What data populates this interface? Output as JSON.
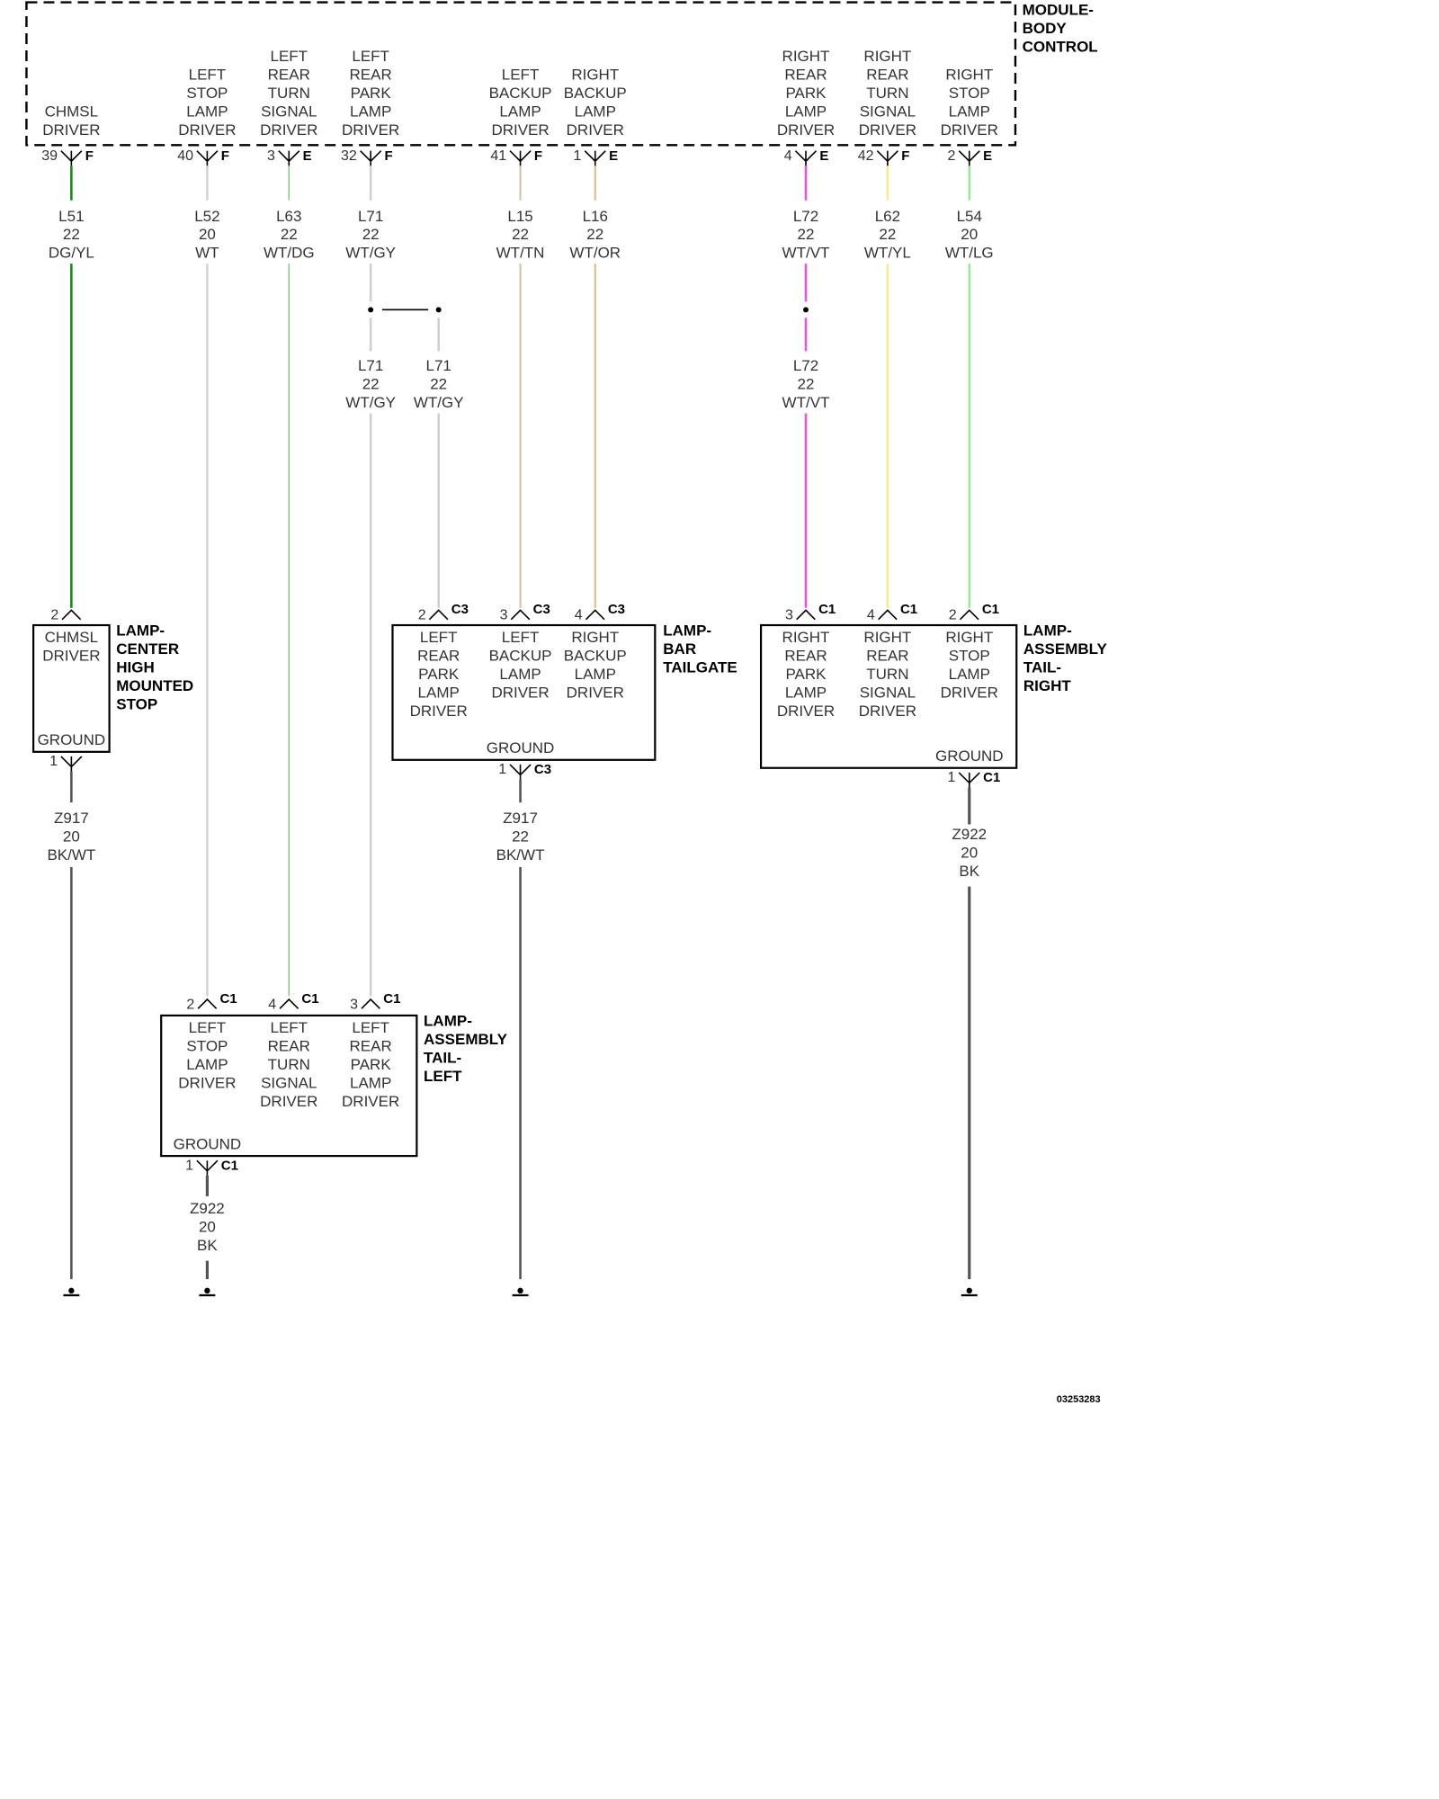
{
  "colors": {
    "DG/YL": "#1a8a1a",
    "WT": "#d4d4d4",
    "WT/DG": "#8dc98d",
    "WT/GY": "#cfcfcf",
    "WT/TN": "#d6c3a8",
    "WT/OR": "#e0c08f",
    "WT/VT": "#e05ae0",
    "WT/YL": "#f2ee8f",
    "WT/LG": "#8ee88e",
    "BK/WT": "#555555",
    "BK": "#555555"
  },
  "module": {
    "name_lines": [
      "MODULE-",
      "BODY",
      "CONTROL"
    ],
    "outputs": [
      {
        "lines": [
          "CHMSL",
          "DRIVER"
        ],
        "pin": "39",
        "conn": "F"
      },
      {
        "lines": [
          "LEFT",
          "STOP",
          "LAMP",
          "DRIVER"
        ],
        "pin": "40",
        "conn": "F"
      },
      {
        "lines": [
          "LEFT",
          "REAR",
          "TURN",
          "SIGNAL",
          "DRIVER"
        ],
        "pin": "3",
        "conn": "E"
      },
      {
        "lines": [
          "LEFT",
          "REAR",
          "PARK",
          "LAMP",
          "DRIVER"
        ],
        "pin": "32",
        "conn": "F"
      },
      {
        "lines": [
          "LEFT",
          "BACKUP",
          "LAMP",
          "DRIVER"
        ],
        "pin": "41",
        "conn": "F"
      },
      {
        "lines": [
          "RIGHT",
          "BACKUP",
          "LAMP",
          "DRIVER"
        ],
        "pin": "1",
        "conn": "E"
      },
      {
        "lines": [
          "RIGHT",
          "REAR",
          "PARK",
          "LAMP",
          "DRIVER"
        ],
        "pin": "4",
        "conn": "E"
      },
      {
        "lines": [
          "RIGHT",
          "REAR",
          "TURN",
          "SIGNAL",
          "DRIVER"
        ],
        "pin": "42",
        "conn": "F"
      },
      {
        "lines": [
          "RIGHT",
          "STOP",
          "LAMP",
          "DRIVER"
        ],
        "pin": "2",
        "conn": "E"
      }
    ]
  },
  "wires": [
    {
      "circuit": "L51",
      "gauge": "22",
      "color": "DG/YL"
    },
    {
      "circuit": "L52",
      "gauge": "20",
      "color": "WT"
    },
    {
      "circuit": "L63",
      "gauge": "22",
      "color": "WT/DG"
    },
    {
      "circuit": "L71",
      "gauge": "22",
      "color": "WT/GY"
    },
    {
      "circuit": "L15",
      "gauge": "22",
      "color": "WT/TN"
    },
    {
      "circuit": "L16",
      "gauge": "22",
      "color": "WT/OR"
    },
    {
      "circuit": "L72",
      "gauge": "22",
      "color": "WT/VT"
    },
    {
      "circuit": "L62",
      "gauge": "22",
      "color": "WT/YL"
    },
    {
      "circuit": "L54",
      "gauge": "20",
      "color": "WT/LG"
    },
    {
      "circuit": "L71",
      "gauge": "22",
      "color": "WT/GY"
    },
    {
      "circuit": "L71",
      "gauge": "22",
      "color": "WT/GY"
    },
    {
      "circuit": "L72",
      "gauge": "22",
      "color": "WT/VT"
    },
    {
      "circuit": "Z917",
      "gauge": "20",
      "color": "BK/WT"
    },
    {
      "circuit": "Z917",
      "gauge": "22",
      "color": "BK/WT"
    },
    {
      "circuit": "Z922",
      "gauge": "20",
      "color": "BK"
    },
    {
      "circuit": "Z922",
      "gauge": "20",
      "color": "BK"
    }
  ],
  "components": [
    {
      "name_lines": [
        "LAMP-",
        "CENTER",
        "HIGH",
        "MOUNTED",
        "STOP"
      ],
      "inputs": [
        {
          "lines": [
            "CHMSL",
            "DRIVER"
          ],
          "pin": "2",
          "conn": ""
        }
      ],
      "ground": {
        "label": "GROUND",
        "pin": "1",
        "conn": ""
      }
    },
    {
      "name_lines": [
        "LAMP-",
        "BAR",
        "TAILGATE"
      ],
      "inputs": [
        {
          "lines": [
            "LEFT",
            "REAR",
            "PARK",
            "LAMP",
            "DRIVER"
          ],
          "pin": "2",
          "conn": "C3"
        },
        {
          "lines": [
            "LEFT",
            "BACKUP",
            "LAMP",
            "DRIVER"
          ],
          "pin": "3",
          "conn": "C3"
        },
        {
          "lines": [
            "RIGHT",
            "BACKUP",
            "LAMP",
            "DRIVER"
          ],
          "pin": "4",
          "conn": "C3"
        }
      ],
      "ground": {
        "label": "GROUND",
        "pin": "1",
        "conn": "C3"
      }
    },
    {
      "name_lines": [
        "LAMP-",
        "ASSEMBLY",
        "TAIL-",
        "RIGHT"
      ],
      "inputs": [
        {
          "lines": [
            "RIGHT",
            "REAR",
            "PARK",
            "LAMP",
            "DRIVER"
          ],
          "pin": "3",
          "conn": "C1"
        },
        {
          "lines": [
            "RIGHT",
            "REAR",
            "TURN",
            "SIGNAL",
            "DRIVER"
          ],
          "pin": "4",
          "conn": "C1"
        },
        {
          "lines": [
            "RIGHT",
            "STOP",
            "LAMP",
            "DRIVER"
          ],
          "pin": "2",
          "conn": "C1"
        }
      ],
      "ground": {
        "label": "GROUND",
        "pin": "1",
        "conn": "C1"
      }
    },
    {
      "name_lines": [
        "LAMP-",
        "ASSEMBLY",
        "TAIL-",
        "LEFT"
      ],
      "inputs": [
        {
          "lines": [
            "LEFT",
            "STOP",
            "LAMP",
            "DRIVER"
          ],
          "pin": "2",
          "conn": "C1"
        },
        {
          "lines": [
            "LEFT",
            "REAR",
            "TURN",
            "SIGNAL",
            "DRIVER"
          ],
          "pin": "4",
          "conn": "C1"
        },
        {
          "lines": [
            "LEFT",
            "REAR",
            "PARK",
            "LAMP",
            "DRIVER"
          ],
          "pin": "3",
          "conn": "C1"
        }
      ],
      "ground": {
        "label": "GROUND",
        "pin": "1",
        "conn": "C1"
      }
    }
  ],
  "doc_id": "03253283"
}
